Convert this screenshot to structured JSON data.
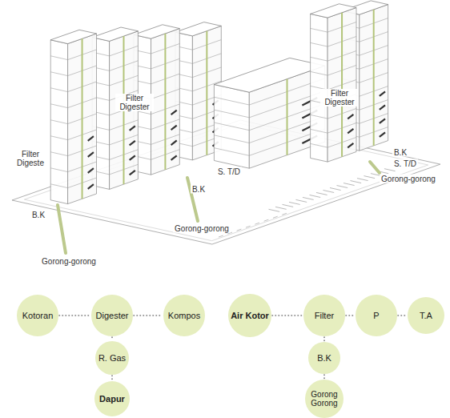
{
  "diagram": {
    "nodes": [
      {
        "text": [
          "Kotoran"
        ]
      },
      {
        "text": [
          "Digester"
        ]
      },
      {
        "text": [
          "Kompos"
        ]
      },
      {
        "text": [
          "Air Kotor"
        ]
      },
      {
        "text": [
          "Filter"
        ]
      },
      {
        "text": [
          "P"
        ]
      },
      {
        "text": [
          "T.A"
        ]
      },
      {
        "text": [
          "R. Gas"
        ]
      },
      {
        "text": [
          "B.K"
        ]
      },
      {
        "text": [
          "Dapur"
        ]
      },
      {
        "text": [
          "Gorong Gorong"
        ]
      }
    ],
    "edges": [
      {
        "from": 0,
        "to": 1,
        "arrow": "none"
      },
      {
        "from": 1,
        "to": 2,
        "arrow": "none"
      },
      {
        "from": 3,
        "to": 4,
        "arrow": "none"
      },
      {
        "from": 4,
        "to": 5,
        "arrow": "none"
      },
      {
        "from": 5,
        "to": 6,
        "arrow": "none"
      },
      {
        "from": 1,
        "to": 7,
        "arrow": "none"
      },
      {
        "from": 7,
        "to": 9,
        "arrow": "none"
      },
      {
        "from": 4,
        "to": 8,
        "arrow": "none"
      },
      {
        "from": 8,
        "to": 10,
        "arrow": "none"
      }
    ],
    "labels": [
      "Filter Digeste",
      "Filter Digester",
      "Filter Digester",
      "B.K",
      "B.K",
      "B.K",
      "S. T/D",
      "S. T/D",
      "Gorong-gorong",
      "Gorong-gorong",
      "Gorong-gorong"
    ]
  }
}
